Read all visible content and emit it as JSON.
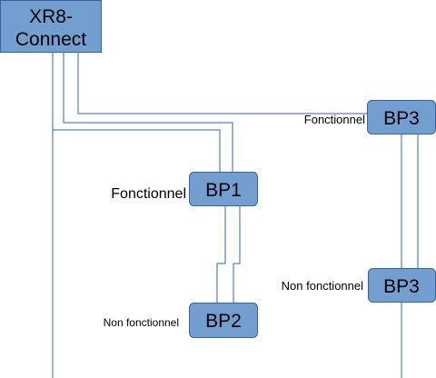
{
  "nodes": {
    "hub": {
      "line1": "XR8-",
      "line2": "Connect"
    },
    "bp1": {
      "label": "BP1"
    },
    "bp2": {
      "label": "BP2"
    },
    "bp3_top": {
      "label": "BP3"
    },
    "bp3_bottom": {
      "label": "BP3"
    }
  },
  "captions": {
    "bp1_status": "Fonctionnel",
    "bp2_status": "Non fonctionnel",
    "bp3_top_status": "Fonctionnel",
    "bp3_bottom_status": "Non fonctionnel"
  },
  "colors": {
    "node_fill": "#729fcf",
    "node_border": "#3465a4",
    "wire": "#3465a4"
  }
}
